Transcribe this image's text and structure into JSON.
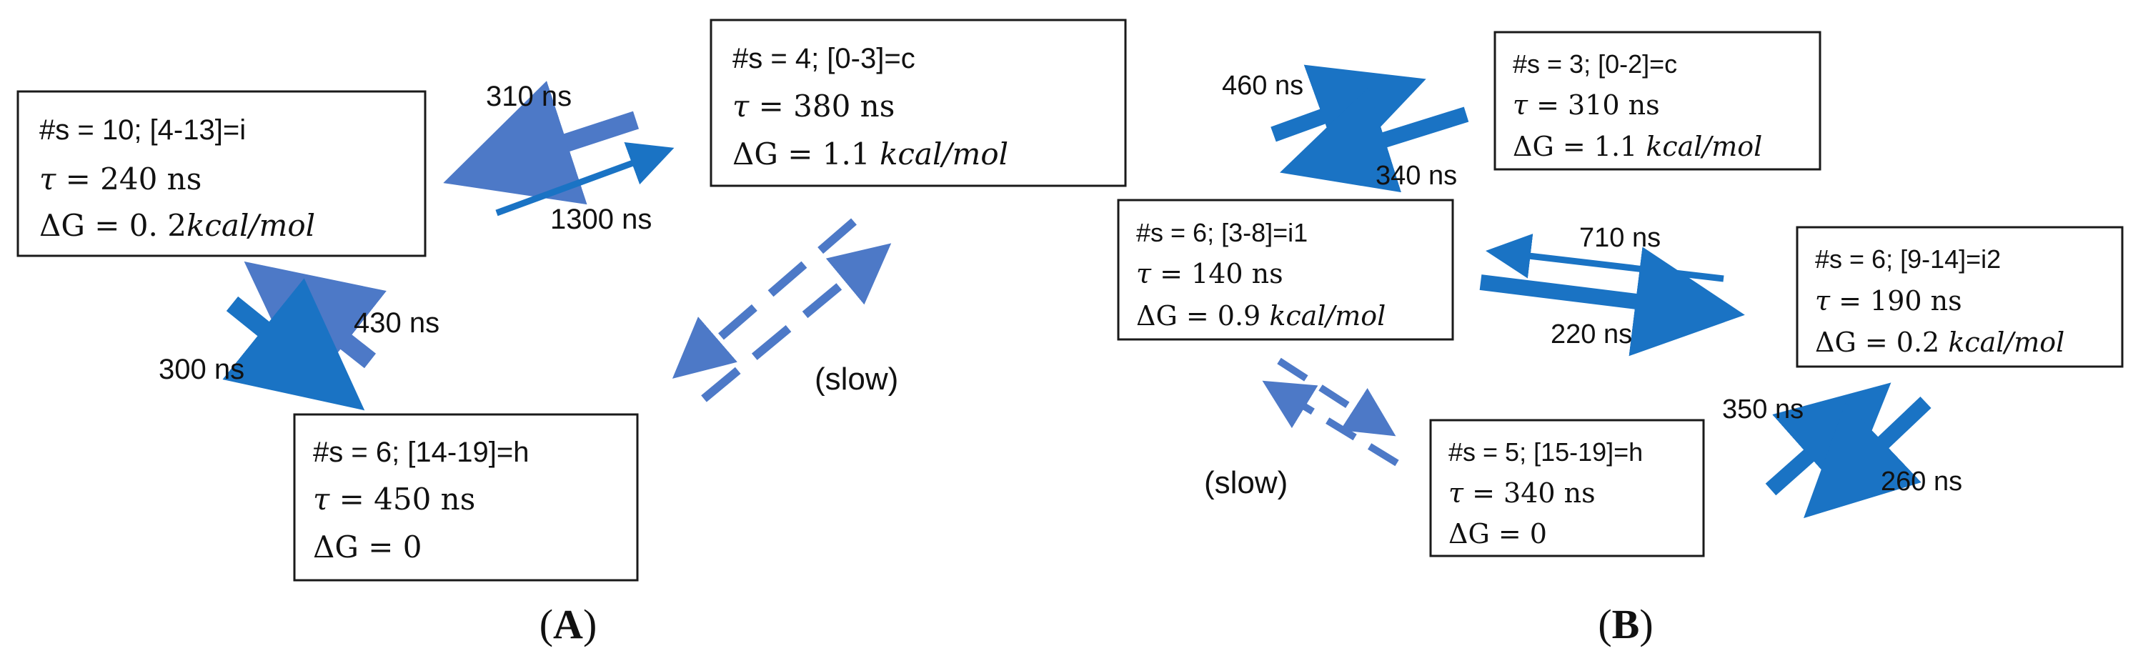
{
  "colors": {
    "arrow_solid": "#1a73c4",
    "arrow_light": "#4d79c7",
    "box_border": "#1a1a1a",
    "text": "#111111"
  },
  "panels": [
    {
      "id": "A",
      "label": "A",
      "label_open": "(",
      "label_close": ")",
      "states": [
        {
          "id": "i",
          "header": "#s = 10;  [4-13]=i",
          "tau_label": "τ = ",
          "tau": "240 ns",
          "dg_label": "ΔG = ",
          "dg_value": "0. 2",
          "dg_unit": "kcal/mol"
        },
        {
          "id": "c",
          "header": "#s = 4;  [0-3]=c",
          "tau_label": "τ = ",
          "tau": "380 ns",
          "dg_label": "ΔG = ",
          "dg_value": "1.1 ",
          "dg_unit": "kcal/mol"
        },
        {
          "id": "h",
          "header": "#s = 6;  [14-19]=h",
          "tau_label": "τ = ",
          "tau": "450 ns",
          "dg_label": "ΔG = ",
          "dg_value": "0",
          "dg_unit": ""
        }
      ],
      "rates": [
        "310 ns",
        "1300 ns",
        "430 ns",
        "300 ns"
      ],
      "slow_label": "(slow)"
    },
    {
      "id": "B",
      "label": "B",
      "label_open": "(",
      "label_close": ")",
      "states": [
        {
          "id": "c",
          "header": "#s = 3;  [0-2]=c",
          "tau_label": "τ = ",
          "tau": "310 ns",
          "dg_label": "ΔG = ",
          "dg_value": "1.1 ",
          "dg_unit": "kcal/mol"
        },
        {
          "id": "i1",
          "header": "#s = 6;  [3-8]=i1",
          "tau_label": "τ = ",
          "tau": "140 ns",
          "dg_label": "ΔG = ",
          "dg_value": "0.9 ",
          "dg_unit": "kcal/mol"
        },
        {
          "id": "i2",
          "header": "#s = 6;  [9-14]=i2",
          "tau_label": "τ = ",
          "tau": "190 ns",
          "dg_label": "ΔG = ",
          "dg_value": "0.2 ",
          "dg_unit": "kcal/mol"
        },
        {
          "id": "h",
          "header": "#s = 5;  [15-19]=h",
          "tau_label": "τ = ",
          "tau": "340 ns",
          "dg_label": "ΔG = ",
          "dg_value": "0",
          "dg_unit": ""
        }
      ],
      "rates": [
        "460 ns",
        "340 ns",
        "710  ns",
        "220 ns",
        "350 ns",
        "260 ns"
      ],
      "slow_label": "(slow)"
    }
  ]
}
